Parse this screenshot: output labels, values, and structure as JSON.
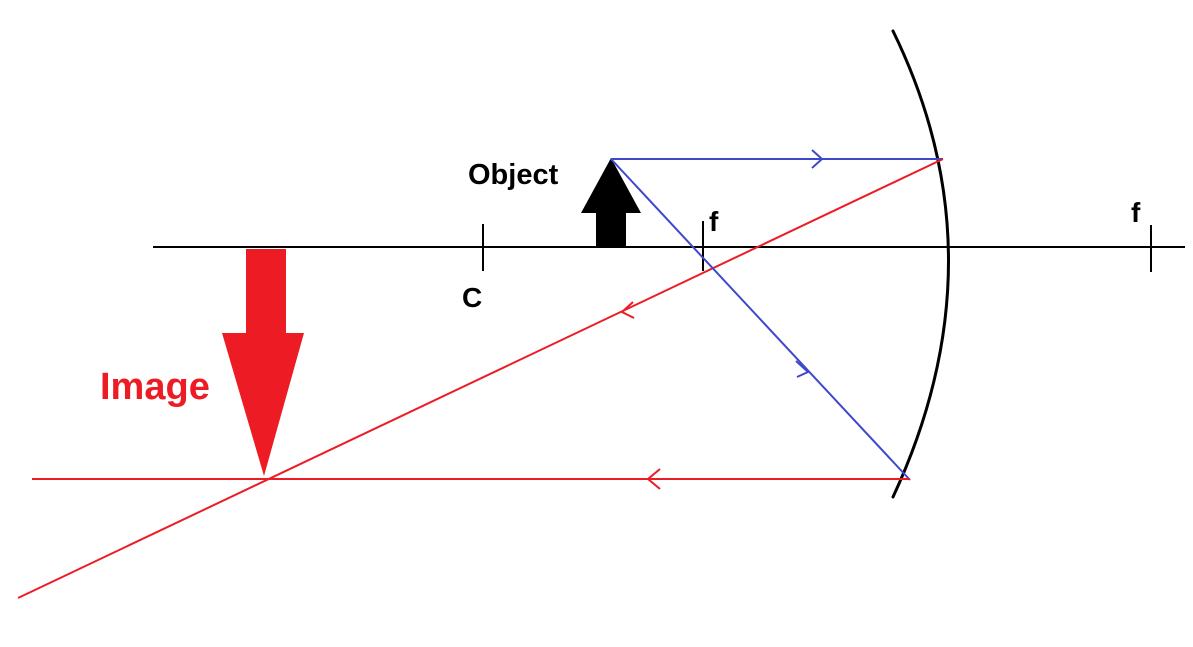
{
  "labels": {
    "object": "Object",
    "image": "Image",
    "center_of_curvature": "C",
    "focal_point_left": "f",
    "focal_point_right": "f"
  },
  "colors": {
    "background": "#ffffff",
    "axis": "#000000",
    "mirror": "#000000",
    "object_arrow": "#000000",
    "image_arrow": "#ed1c24",
    "incident_rays": "#3f48cc",
    "reflected_rays": "#ed1c24",
    "image_label": "#ed1c24",
    "object_label": "#000000"
  }
}
